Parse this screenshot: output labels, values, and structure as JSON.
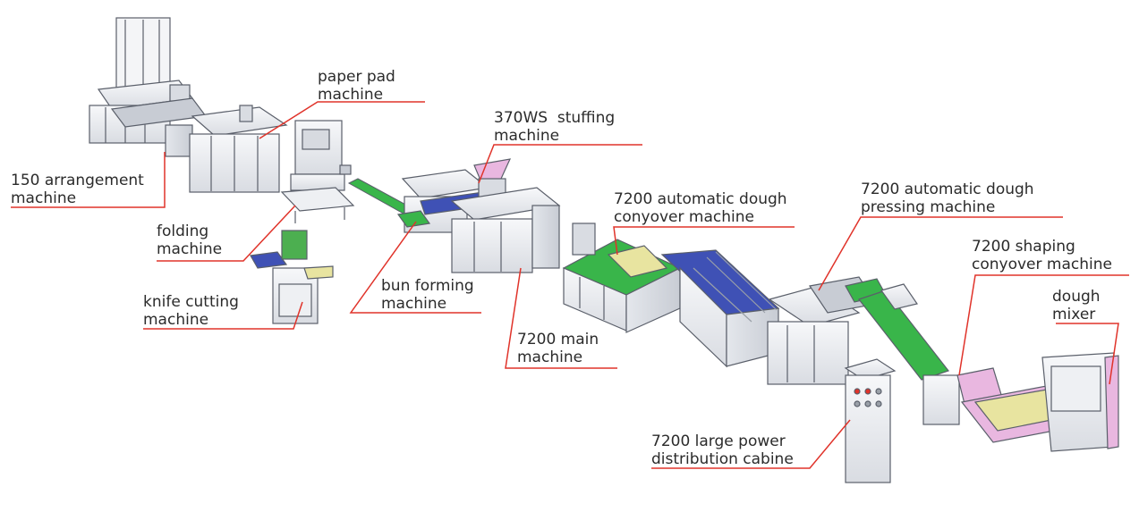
{
  "title": "",
  "labels": {
    "arrangement": [
      "150 arrangement",
      "machine"
    ],
    "paper_pad": [
      "paper pad",
      "machine"
    ],
    "folding": [
      "folding",
      "machine"
    ],
    "knife_cutting": [
      "knife cutting",
      "machine"
    ],
    "stuffing": [
      "370WS  stuffing",
      "machine"
    ],
    "bun_forming": [
      "bun forming",
      "machine"
    ],
    "main": [
      "7200 main",
      "machine"
    ],
    "dough_conveyor": [
      "7200 automatic dough",
      "conyover machine"
    ],
    "dough_pressing": [
      "7200 automatic dough",
      "pressing machine"
    ],
    "shaping_conveyor": [
      "7200 shaping",
      "conyover machine"
    ],
    "dough_mixer": [
      "dough",
      "mixer"
    ],
    "power_cabinet": [
      "7200 large power",
      "distribution cabine"
    ]
  },
  "colors": {
    "leader_line": "#e0332a",
    "text": "#2b2b2b",
    "machine_body": "#eef0f3",
    "machine_outline": "#5a5f6a",
    "conveyor_green": "#39b54a",
    "conveyor_blue": "#3f51b5",
    "hopper_pink": "#e9b7e0",
    "tray_yellow": "#e8e4a0",
    "belt_gray": "#9aa0a8"
  }
}
